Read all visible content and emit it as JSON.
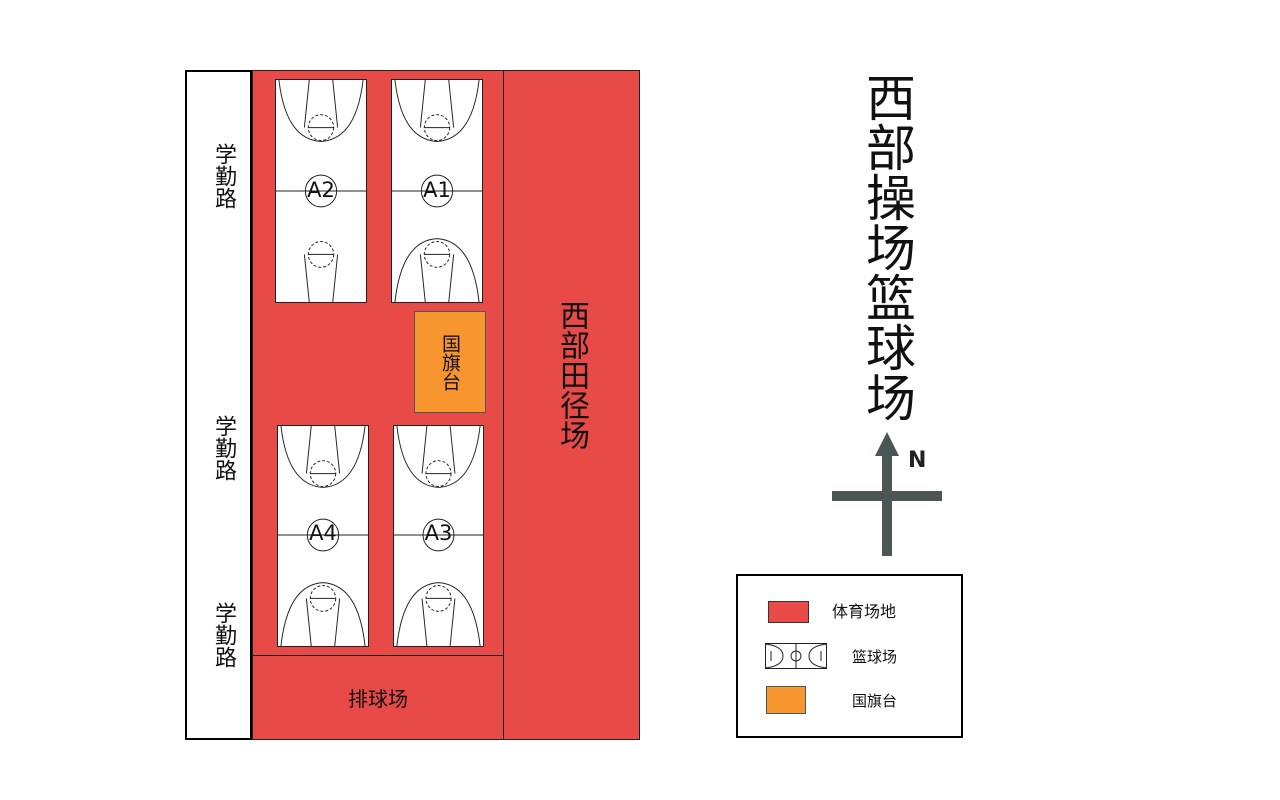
{
  "map_title": "西部操场篮球场",
  "roads": [
    "学勤路",
    "学勤路",
    "学勤路"
  ],
  "track_field": "西部田径场",
  "volleyball": "排球场",
  "flag_stage": "国旗台",
  "courts": [
    {
      "id": "A2",
      "label": "A2"
    },
    {
      "id": "A1",
      "label": "A1"
    },
    {
      "id": "A4",
      "label": "A4"
    },
    {
      "id": "A3",
      "label": "A3"
    }
  ],
  "compass": {
    "label": "N"
  },
  "legend": {
    "sports_area": "体育场地",
    "basketball_court": "篮球场",
    "flag_stage": "国旗台"
  },
  "colors": {
    "sports_area": "#e84a47",
    "flag_stage": "#f7962e",
    "compass": "#4b5655"
  }
}
